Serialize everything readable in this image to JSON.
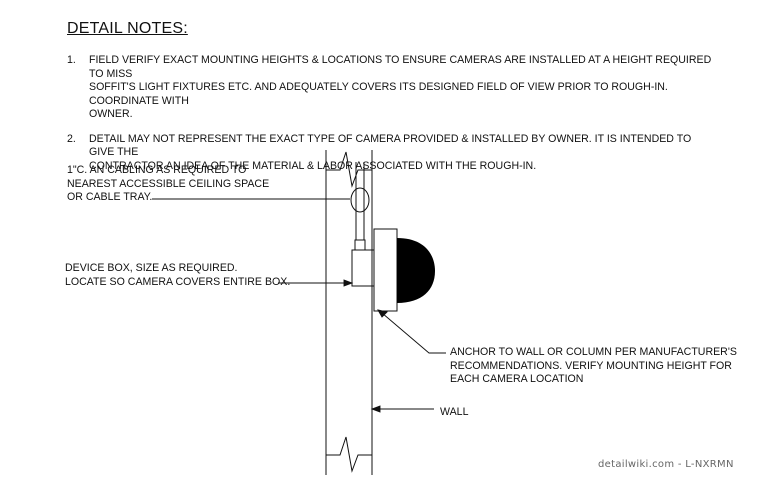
{
  "title": "DETAIL NOTES:",
  "notes": [
    {
      "number": "1.",
      "lines": [
        "FIELD VERIFY EXACT MOUNTING HEIGHTS & LOCATIONS TO ENSURE CAMERAS ARE INSTALLED AT A HEIGHT REQUIRED TO MISS",
        "SOFFIT'S LIGHT FIXTURES ETC. AND ADEQUATELY COVERS ITS DESIGNED FIELD OF VIEW PRIOR TO ROUGH-IN. COORDINATE WITH",
        "OWNER."
      ]
    },
    {
      "number": "2.",
      "lines": [
        "DETAIL MAY NOT REPRESENT THE EXACT TYPE OF CAMERA PROVIDED & INSTALLED BY OWNER. IT IS INTENDED TO GIVE THE",
        "CONTRACTOR AN IDEA OF THE MATERIAL & LABOR ASSOCIATED WITH THE ROUGH-IN."
      ]
    }
  ],
  "callouts": {
    "cabling": [
      "1\"C. AN CABLING AS REQUIRED TO",
      "NEAREST ACCESSIBLE CEILING SPACE",
      "OR CABLE TRAY."
    ],
    "device_box": [
      "DEVICE BOX, SIZE AS REQUIRED.",
      "LOCATE SO CAMERA COVERS ENTIRE BOX."
    ],
    "anchor": [
      "ANCHOR TO WALL OR COLUMN PER MANUFACTURER'S",
      "RECOMMENDATIONS. VERIFY MOUNTING HEIGHT FOR",
      "EACH CAMERA LOCATION"
    ],
    "wall": [
      "WALL"
    ]
  },
  "watermark": "detailwiki.com - L-NXRMN",
  "colors": {
    "line": "#111111",
    "dome": "#000000",
    "watermark": "#666666"
  }
}
